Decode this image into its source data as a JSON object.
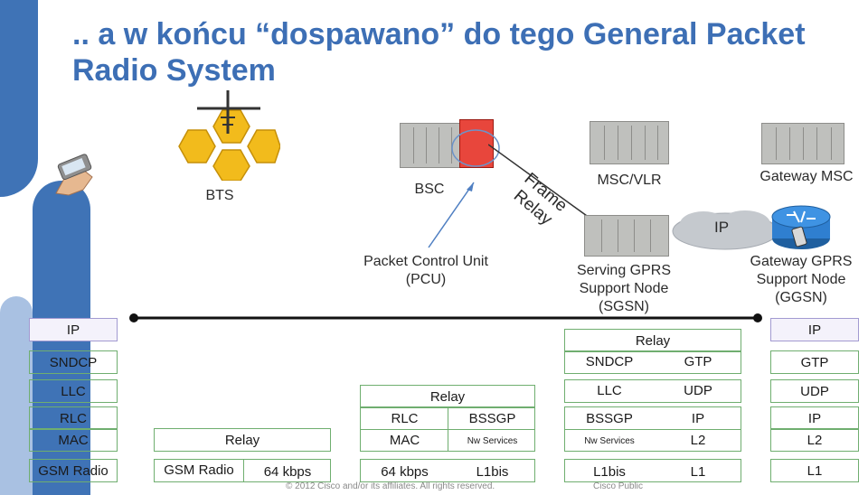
{
  "title": ".. a w końcu “dospawano” do tego General Packet Radio System",
  "nodes": {
    "bts": "BTS",
    "bsc": "BSC",
    "pcu": "Packet Control Unit\n(PCU)",
    "frame_relay": "Frame\nRelay",
    "msc_vlr": "MSC/VLR",
    "gateway_msc": "Gateway MSC",
    "ip_cloud": "IP",
    "sgsn": "Serving GPRS\nSupport Node\n(SGSN)",
    "ggsn": "Gateway GPRS\nSupport Node\n(GGSN)"
  },
  "stack": {
    "ms": [
      "IP",
      "SNDCP",
      "LLC",
      "RLC",
      "MAC",
      "GSM Radio"
    ],
    "bts": {
      "relay": "Relay",
      "gsm_radio": "GSM Radio",
      "rate": "64 kbps"
    },
    "bsc": {
      "relay": "Relay",
      "rlc": "RLC",
      "bssgp": "BSSGP",
      "mac": "MAC",
      "nw_services": "Nw Services",
      "rate": "64 kbps",
      "l1bis": "L1bis"
    },
    "sgsn": {
      "relay": "Relay",
      "sndcp": "SNDCP",
      "gtp": "GTP",
      "llc": "LLC",
      "udp": "UDP",
      "bssgp": "BSSGP",
      "ip": "IP",
      "nw_services": "Nw Services",
      "l2": "L2",
      "l1bis": "L1bis",
      "l1": "L1"
    },
    "ggsn": [
      "IP",
      "GTP",
      "UDP",
      "IP",
      "L2",
      "L1"
    ]
  },
  "footer": {
    "copyright": "© 2012 Cisco and/or its affiliates. All rights reserved.",
    "classification": "Cisco Public"
  },
  "colors": {
    "accent_blue": "#3f73b6",
    "bts_hex": "#f2bb1c",
    "bsc_red": "#e8463c",
    "router_blue": "#2f7fd0",
    "stack_green": "#6fae6f",
    "stack_purple": "#a29ad1"
  }
}
